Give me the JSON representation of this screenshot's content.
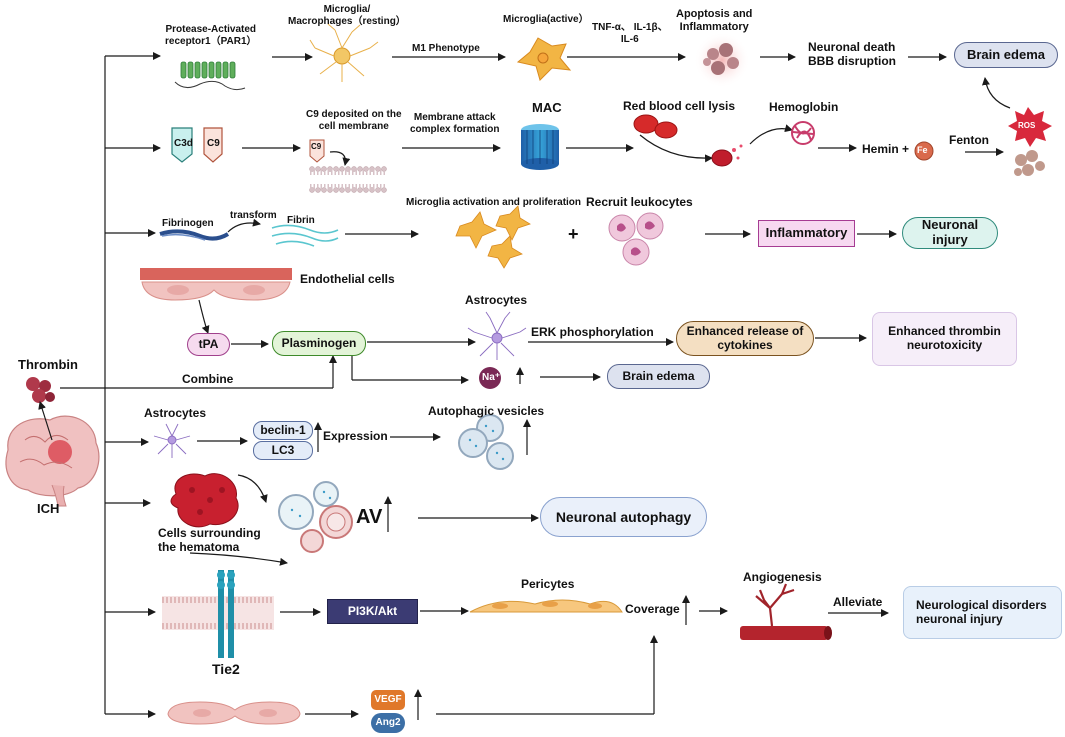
{
  "colors": {
    "arrow": "#1a1a1a",
    "brain_edema_fill": "#dde2ef",
    "brain_edema_border": "#5a6790",
    "inflammatory_fill": "#f7d9f1",
    "inflammatory_border": "#a63c93",
    "neuronal_injury_fill": "#ddf3ee",
    "neuronal_injury_border": "#2f8b7c",
    "tpa_fill": "#f6dbef",
    "tpa_border": "#a0408c",
    "plasminogen_fill": "#e3f4d8",
    "plasminogen_border": "#3e8a2a",
    "cytokines_fill": "#f4dfc2",
    "cytokines_border": "#7b5320",
    "thrombin_tox_fill": "#f6eef9",
    "thrombin_tox_border": "#d9c6e6",
    "beclin_fill": "#e4ecf8",
    "beclin_border": "#5a6fa0",
    "autophagy_fill": "#eaf0fa",
    "autophagy_border": "#8aa2cf",
    "pi3k_fill": "#3b3b73",
    "disorders_fill": "#e8f1fb",
    "disorders_border": "#b9cde6",
    "vegf_fill": "#e0782a",
    "ang2_fill": "#3c6fa6",
    "ros_fill": "#d8283c",
    "fe_fill": "#d96a4c",
    "na_fill": "#7a2955"
  },
  "left": {
    "thrombin": "Thrombin",
    "ich": "ICH",
    "combine": "Combine"
  },
  "row1": {
    "par1": "Protease-Activated\nreceptor1（PAR1）",
    "microglia_resting": "Microglia/\nMacrophages（resting）",
    "m1": "M1 Phenotype",
    "microglia_active": "Microglia(active）",
    "cytokines": "TNF-α、 IL-1β、\nIL-6",
    "apoptosis": "Apoptosis and\nInflammatory",
    "neuronal_death": "Neuronal death\nBBB disruption",
    "brain_edema": "Brain edema"
  },
  "row2": {
    "c3d": "C3d",
    "c9": "C9",
    "c9_deposited": "C9 deposited on the\ncell membrane",
    "c9_small": "C9",
    "mac_formation": "Membrane attack\ncomplex formation",
    "mac": "MAC",
    "rbc_lysis": "Red blood cell lysis",
    "hemoglobin": "Hemoglobin",
    "hemin": "Hemin +",
    "fe": "Fe",
    "fenton": "Fenton",
    "ros": "ROS"
  },
  "row3": {
    "fibrinogen": "Fibrinogen",
    "transform": "transform",
    "fibrin": "Fibrin",
    "microglia_activation": "Microglia activation and proliferation",
    "plus": "+",
    "recruit": "Recruit leukocytes",
    "inflammatory": "Inflammatory",
    "neuronal_injury": "Neuronal injury"
  },
  "row4": {
    "endothelial": "Endothelial cells",
    "tpa": "tPA",
    "plasminogen": "Plasminogen",
    "astrocytes": "Astrocytes",
    "erk": "ERK phosphorylation",
    "release": "Enhanced release of\ncytokines",
    "toxicity": "Enhanced thrombin\nneurotoxicity",
    "na": "Na⁺",
    "brain_edema": "Brain edema"
  },
  "row5": {
    "astrocytes": "Astrocytes",
    "beclin": "beclin-1",
    "lc3": "LC3",
    "expression": "Expression",
    "vesicles": "Autophagic vesicles"
  },
  "row6": {
    "hematoma": "Cells surrounding\nthe hematoma",
    "av": "AV",
    "autophagy": "Neuronal autophagy"
  },
  "row7": {
    "tie2": "Tie2",
    "pi3k": "PI3K/Akt",
    "pericytes": "Pericytes",
    "coverage": "Coverage",
    "angiogenesis": "Angiogenesis",
    "alleviate": "Alleviate",
    "disorders": "Neurological disorders\nneuronal injury"
  },
  "row8": {
    "vegf": "VEGF",
    "ang2": "Ang2"
  }
}
